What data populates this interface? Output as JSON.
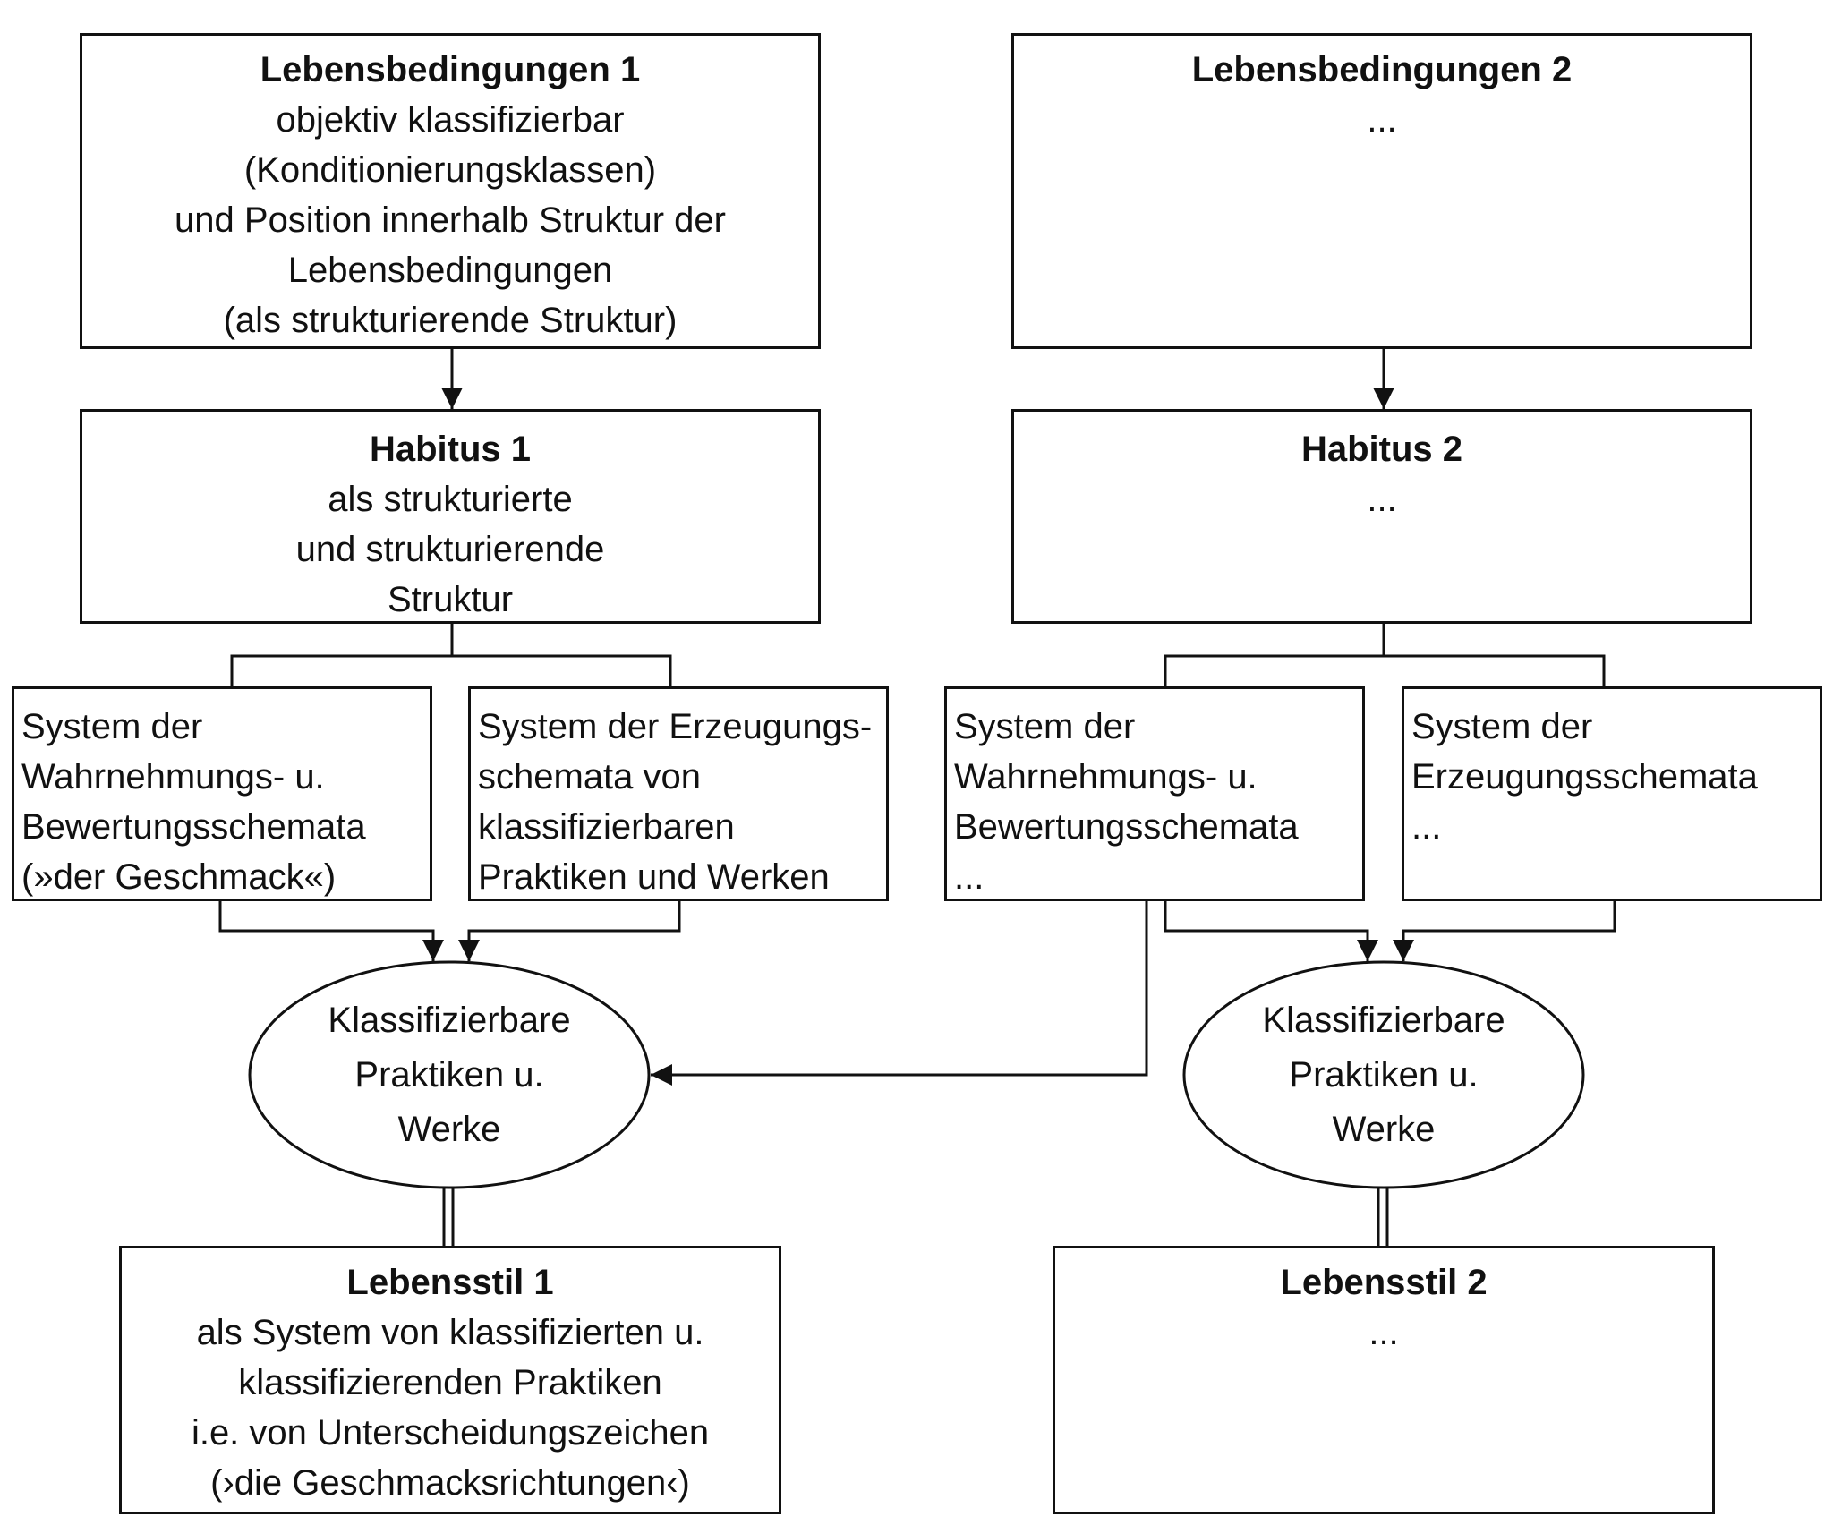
{
  "left": {
    "lebensbedingungen": {
      "title": "Lebensbedingungen 1",
      "lines": [
        "objektiv klassifizierbar",
        "(Konditionierungsklassen)",
        "und Position innerhalb Struktur der",
        "Lebensbedingungen",
        "(als strukturierende Struktur)"
      ]
    },
    "habitus": {
      "title": "Habitus 1",
      "lines": [
        "als strukturierte",
        "und strukturierende",
        "Struktur"
      ]
    },
    "wahrnehmung": {
      "lines": [
        "System der",
        "Wahrnehmungs- u.",
        "Bewertungsschemata",
        "(»der Geschmack«)"
      ]
    },
    "erzeugung": {
      "lines": [
        "System der Erzeugungs-",
        "schemata von",
        "klassifizierbaren",
        "Praktiken und Werken"
      ]
    },
    "praktiken": {
      "lines": [
        "Klassifizierbare",
        "Praktiken u.",
        "Werke"
      ]
    },
    "lebensstil": {
      "title": "Lebensstil 1",
      "lines": [
        "als System von klassifizierten u.",
        "klassifizierenden Praktiken",
        "i.e. von Unterscheidungszeichen",
        "(›die Geschmacksrichtungen‹)"
      ]
    }
  },
  "right": {
    "lebensbedingungen": {
      "title": "Lebensbedingungen 2",
      "lines": [
        "..."
      ]
    },
    "habitus": {
      "title": "Habitus 2",
      "lines": [
        "..."
      ]
    },
    "wahrnehmung": {
      "lines": [
        "System der",
        "Wahrnehmungs- u.",
        "Bewertungsschemata",
        "..."
      ]
    },
    "erzeugung": {
      "lines": [
        "System der",
        "Erzeugungsschemata",
        "..."
      ]
    },
    "praktiken": {
      "lines": [
        "Klassifizierbare",
        "Praktiken u.",
        "Werke"
      ]
    },
    "lebensstil": {
      "title": "Lebensstil 2",
      "lines": [
        "..."
      ]
    }
  },
  "colors": {
    "stroke": "#111111",
    "background": "#ffffff"
  }
}
